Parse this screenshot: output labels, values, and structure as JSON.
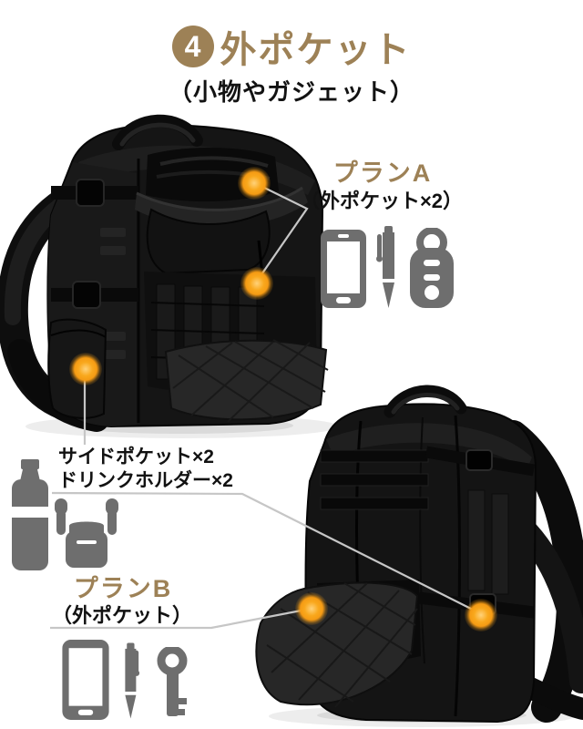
{
  "colors": {
    "background": "#FFFFFF",
    "accent_tan": "#9D8156",
    "text_black": "#121212",
    "icon_gray": "#6E6E6E",
    "marker_orange": "#F59B14",
    "leader_gray": "#C6C6C6"
  },
  "header": {
    "badge_number": "4",
    "title": "外ポケット",
    "subtitle": "（小物やガジェット）"
  },
  "plan_a": {
    "label": "プランA",
    "detail": "（外ポケット×2）",
    "icons": [
      "smartphone-icon",
      "pen-icon",
      "key-fob-icon"
    ]
  },
  "side_note": {
    "line1": "サイドポケット×2",
    "line2": "ドリンクホルダー×2",
    "icons": [
      "bottle-icon",
      "wireless-earbuds-icon"
    ]
  },
  "plan_b": {
    "label": "プランB",
    "detail": "（外ポケット）",
    "icons": [
      "smartphone-icon",
      "pen-icon",
      "key-icon"
    ]
  },
  "photos": {
    "front": "black-tactical-backpack-front-with-open-pockets",
    "back": "black-tactical-backpack-back-with-open-bottom-pocket"
  },
  "markers": {
    "count": 5
  }
}
